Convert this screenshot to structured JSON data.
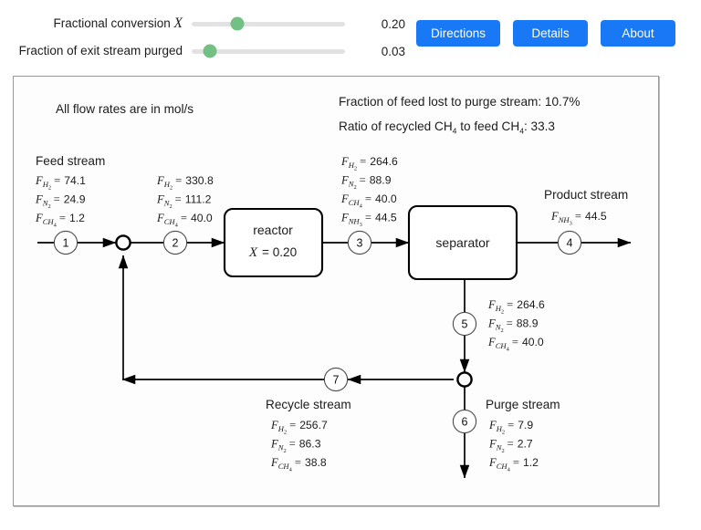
{
  "controls": {
    "sliders": [
      {
        "name": "fractional-conversion",
        "label_text": "Fractional conversion ",
        "label_symbol": "X",
        "value": "0.20",
        "thumb_percent": 30
      },
      {
        "name": "fraction-purged",
        "label_text": "Fraction of exit stream purged",
        "label_symbol": "",
        "value": "0.03",
        "thumb_percent": 12
      }
    ],
    "buttons": [
      {
        "name": "directions",
        "label": "Directions"
      },
      {
        "name": "details",
        "label": "Details"
      },
      {
        "name": "about",
        "label": "About"
      }
    ],
    "accent_color": "#1878f5",
    "thumb_color": "#72c083",
    "track_color": "#e2e2e2"
  },
  "diagram": {
    "units_note": "All flow rates are in mol/s",
    "summary": {
      "purge_loss_label": "Fraction of feed lost to purge stream: 10.7%",
      "recycle_ratio_prefix": "Ratio of recycled CH",
      "recycle_ratio_sub1": "4",
      "recycle_ratio_mid": " to feed CH",
      "recycle_ratio_sub2": "4",
      "recycle_ratio_suffix": ": 33.3"
    },
    "labels": {
      "feed_stream": "Feed stream",
      "product_stream": "Product stream",
      "recycle_stream": "Recycle stream",
      "purge_stream": "Purge stream",
      "reactor": "reactor",
      "separator": "separator",
      "reactor_conversion_symbol": "X",
      "reactor_conversion_value": "= 0.20"
    },
    "stream_numbers": [
      "1",
      "2",
      "3",
      "4",
      "5",
      "6",
      "7"
    ],
    "streams": {
      "feed": {
        "name": "feed-stream-values",
        "rows": [
          {
            "species": "H",
            "sub": "2",
            "value": "74.1"
          },
          {
            "species": "N",
            "sub": "2",
            "value": "24.9"
          },
          {
            "species": "CH",
            "sub": "4",
            "value": "1.2"
          }
        ]
      },
      "mixed": {
        "name": "stream-2-values",
        "rows": [
          {
            "species": "H",
            "sub": "2",
            "value": "330.8"
          },
          {
            "species": "N",
            "sub": "2",
            "value": "111.2"
          },
          {
            "species": "CH",
            "sub": "4",
            "value": "40.0"
          }
        ]
      },
      "reactor_out": {
        "name": "stream-3-values",
        "rows": [
          {
            "species": "H",
            "sub": "2",
            "value": "264.6"
          },
          {
            "species": "N",
            "sub": "2",
            "value": "88.9"
          },
          {
            "species": "CH",
            "sub": "4",
            "value": "40.0"
          },
          {
            "species": "NH",
            "sub": "3",
            "value": "44.5"
          }
        ]
      },
      "product": {
        "name": "product-stream-values",
        "rows": [
          {
            "species": "NH",
            "sub": "3",
            "value": "44.5"
          }
        ]
      },
      "separator_bottom": {
        "name": "stream-5-values",
        "rows": [
          {
            "species": "H",
            "sub": "2",
            "value": "264.6"
          },
          {
            "species": "N",
            "sub": "2",
            "value": "88.9"
          },
          {
            "species": "CH",
            "sub": "4",
            "value": "40.0"
          }
        ]
      },
      "recycle": {
        "name": "recycle-stream-values",
        "rows": [
          {
            "species": "H",
            "sub": "2",
            "value": "256.7"
          },
          {
            "species": "N",
            "sub": "2",
            "value": "86.3"
          },
          {
            "species": "CH",
            "sub": "4",
            "value": "38.8"
          }
        ]
      },
      "purge": {
        "name": "purge-stream-values",
        "rows": [
          {
            "species": "H",
            "sub": "2",
            "value": "7.9"
          },
          {
            "species": "N",
            "sub": "2",
            "value": "2.7"
          },
          {
            "species": "CH",
            "sub": "4",
            "value": "1.2"
          }
        ]
      }
    }
  }
}
